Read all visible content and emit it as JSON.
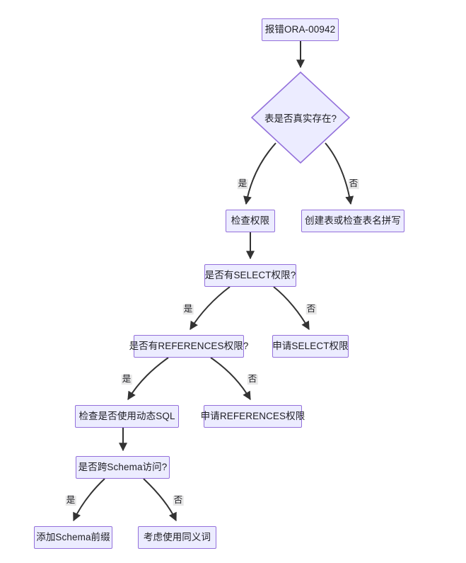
{
  "diagram": {
    "type": "flowchart",
    "direction": "top-down",
    "title": "",
    "theme": {
      "node_fill": "#ECECFF",
      "node_stroke": "#9370DB",
      "edge_stroke": "#333333",
      "edge_label_bg": "#E8E8E8",
      "text_color": "#1F1F24",
      "background": "#FFFFFF"
    },
    "nodes": [
      {
        "id": "n1",
        "shape": "rect",
        "label": "报错ORA-00942"
      },
      {
        "id": "n2",
        "shape": "diamond",
        "label": "表是否真实存在?"
      },
      {
        "id": "n3",
        "shape": "rect",
        "label": "检查权限"
      },
      {
        "id": "n4",
        "shape": "rect",
        "label": "创建表或检查表名拼写"
      },
      {
        "id": "n5",
        "shape": "rect",
        "label": "是否有SELECT权限?"
      },
      {
        "id": "n6",
        "shape": "rect",
        "label": "是否有REFERENCES权限?"
      },
      {
        "id": "n7",
        "shape": "rect",
        "label": "申请SELECT权限"
      },
      {
        "id": "n8",
        "shape": "rect",
        "label": "检查是否使用动态SQL"
      },
      {
        "id": "n9",
        "shape": "rect",
        "label": "申请REFERENCES权限"
      },
      {
        "id": "n10",
        "shape": "rect",
        "label": "是否跨Schema访问?"
      },
      {
        "id": "n11",
        "shape": "rect",
        "label": "添加Schema前缀"
      },
      {
        "id": "n12",
        "shape": "rect",
        "label": "考虑使用同义词"
      }
    ],
    "edges": [
      {
        "from": "n1",
        "to": "n2",
        "label": ""
      },
      {
        "from": "n2",
        "to": "n3",
        "label": "是"
      },
      {
        "from": "n2",
        "to": "n4",
        "label": "否"
      },
      {
        "from": "n3",
        "to": "n5",
        "label": ""
      },
      {
        "from": "n5",
        "to": "n6",
        "label": "是"
      },
      {
        "from": "n5",
        "to": "n7",
        "label": "否"
      },
      {
        "from": "n6",
        "to": "n8",
        "label": "是"
      },
      {
        "from": "n6",
        "to": "n9",
        "label": "否"
      },
      {
        "from": "n8",
        "to": "n10",
        "label": ""
      },
      {
        "from": "n10",
        "to": "n11",
        "label": "是"
      },
      {
        "from": "n10",
        "to": "n12",
        "label": "否"
      }
    ],
    "edge_labels": {
      "e2_3": "是",
      "e2_4": "否",
      "e5_6": "是",
      "e5_7": "否",
      "e6_8": "是",
      "e6_9": "否",
      "e10_11": "是",
      "e10_12": "否"
    }
  }
}
